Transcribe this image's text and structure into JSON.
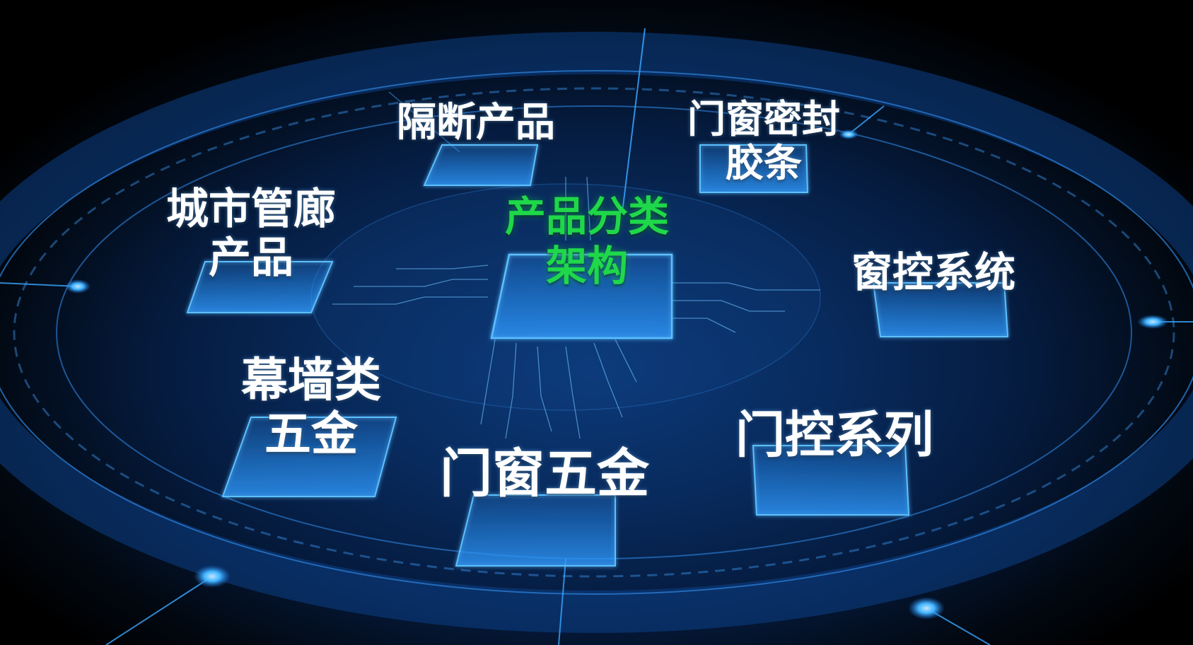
{
  "center": {
    "line1": "产品分类",
    "line2": "架构"
  },
  "nodes": {
    "isolation": {
      "line1": "隔断产品"
    },
    "door_window_seal": {
      "line1": "门窗密封",
      "line2": "胶条"
    },
    "utility_tunnel": {
      "line1": "城市管廊",
      "line2": "产品"
    },
    "window_control": {
      "line1": "窗控系统"
    },
    "curtain_wall": {
      "line1": "幕墙类",
      "line2": "五金"
    },
    "door_control": {
      "line1": "门控系列"
    },
    "door_window_hardware": {
      "line1": "门窗五金"
    }
  },
  "colors": {
    "center_text": "#1fd84a",
    "node_text": "#ffffff",
    "platform_glow": "#35a8ff",
    "ring": "#2b7fd6"
  }
}
